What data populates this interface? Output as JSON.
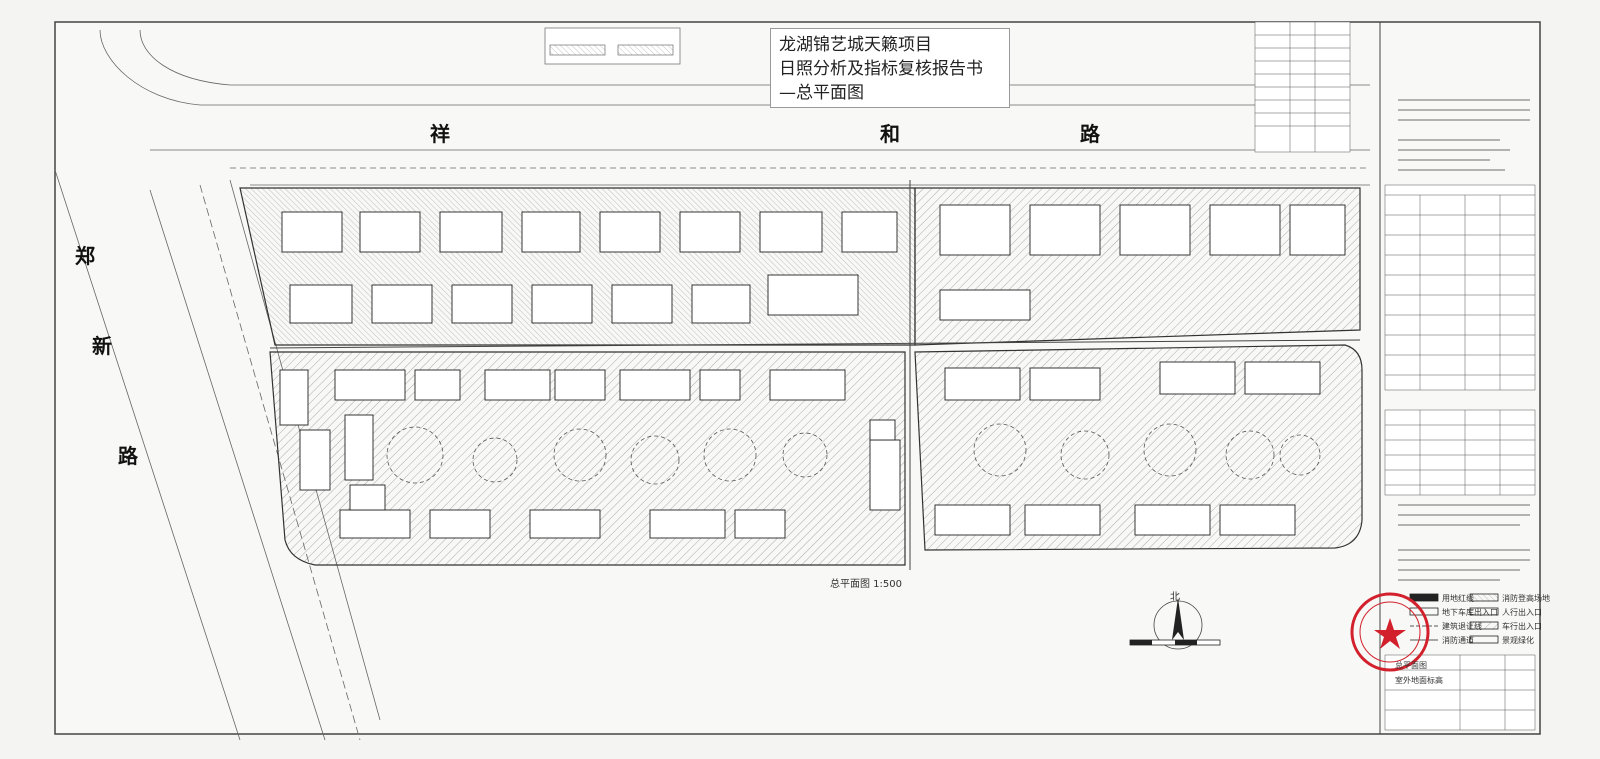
{
  "title": {
    "line1": "龙湖锦艺城天籁项目",
    "line2": "日照分析及指标复核报告书",
    "line3": "—总平面图"
  },
  "roads": {
    "north_chars": [
      "祥",
      "和",
      "路"
    ],
    "west_chars": [
      "郑",
      "新",
      "路"
    ]
  },
  "plan_caption": "总平面图 1:500",
  "north_label": "北",
  "stamp_color": "#d2202c",
  "legend": {
    "items": [
      "用地红线",
      "地下车库出入口",
      "建筑退让线",
      "消防通道",
      "消防登高场地",
      "人行出入口",
      "车行出入口",
      "景观绿化",
      "总平面图",
      "室外地面标高"
    ]
  },
  "colors": {
    "ink": "#222222",
    "paper": "#f4f4f2",
    "hatch": "#555555"
  }
}
